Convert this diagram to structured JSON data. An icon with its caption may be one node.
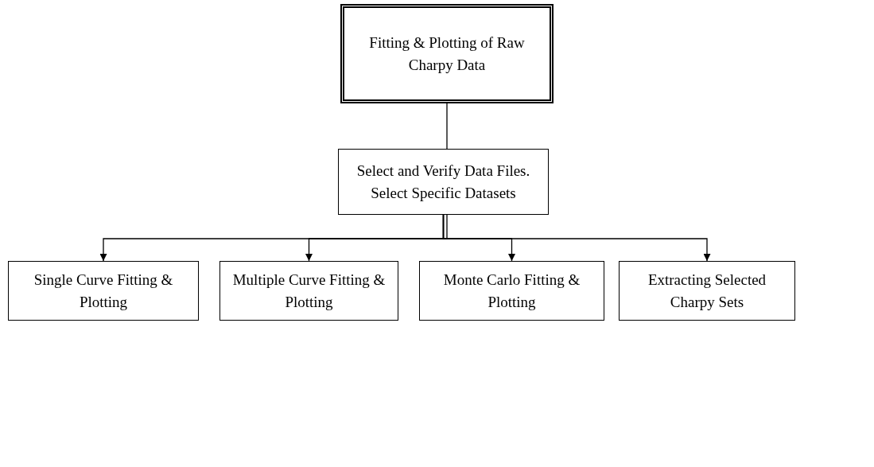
{
  "diagram": {
    "nodes": [
      {
        "text": [
          "Fitting & Plotting of Raw Charpy Data"
        ]
      },
      {
        "text": [
          "Select and Verify Data Files. Select Specific Datasets"
        ]
      },
      {
        "text": [
          "Single Curve Fitting & Plotting"
        ]
      },
      {
        "text": [
          "Multiple Curve Fitting & Plotting"
        ]
      },
      {
        "text": [
          "Monte Carlo Fitting & Plotting"
        ]
      },
      {
        "text": [
          "Extracting Selected Charpy Sets"
        ]
      }
    ],
    "edges": [
      {
        "from": 0,
        "to": 1,
        "arrow": "none"
      },
      {
        "from": 1,
        "to": 2,
        "arrow": "to"
      },
      {
        "from": 1,
        "to": 3,
        "arrow": "to"
      },
      {
        "from": 1,
        "to": 4,
        "arrow": "to"
      },
      {
        "from": 1,
        "to": 5,
        "arrow": "to"
      }
    ]
  }
}
